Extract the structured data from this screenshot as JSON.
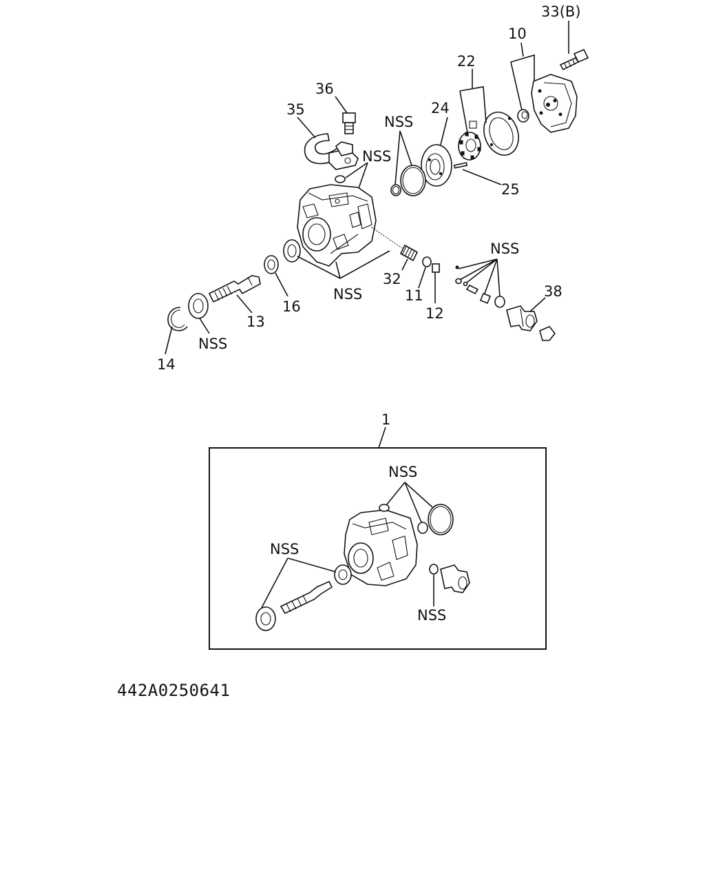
{
  "callouts": {
    "c33": "33(B)",
    "c10": "10",
    "c22": "22",
    "c24": "24",
    "c36": "36",
    "c35": "35",
    "c25": "25",
    "c32": "32",
    "c11": "11",
    "c12": "12",
    "c16": "16",
    "c13": "13",
    "c14": "14",
    "c38": "38",
    "c1": "1"
  },
  "nss_label": "NSS",
  "drawing_number": "442A0250641"
}
